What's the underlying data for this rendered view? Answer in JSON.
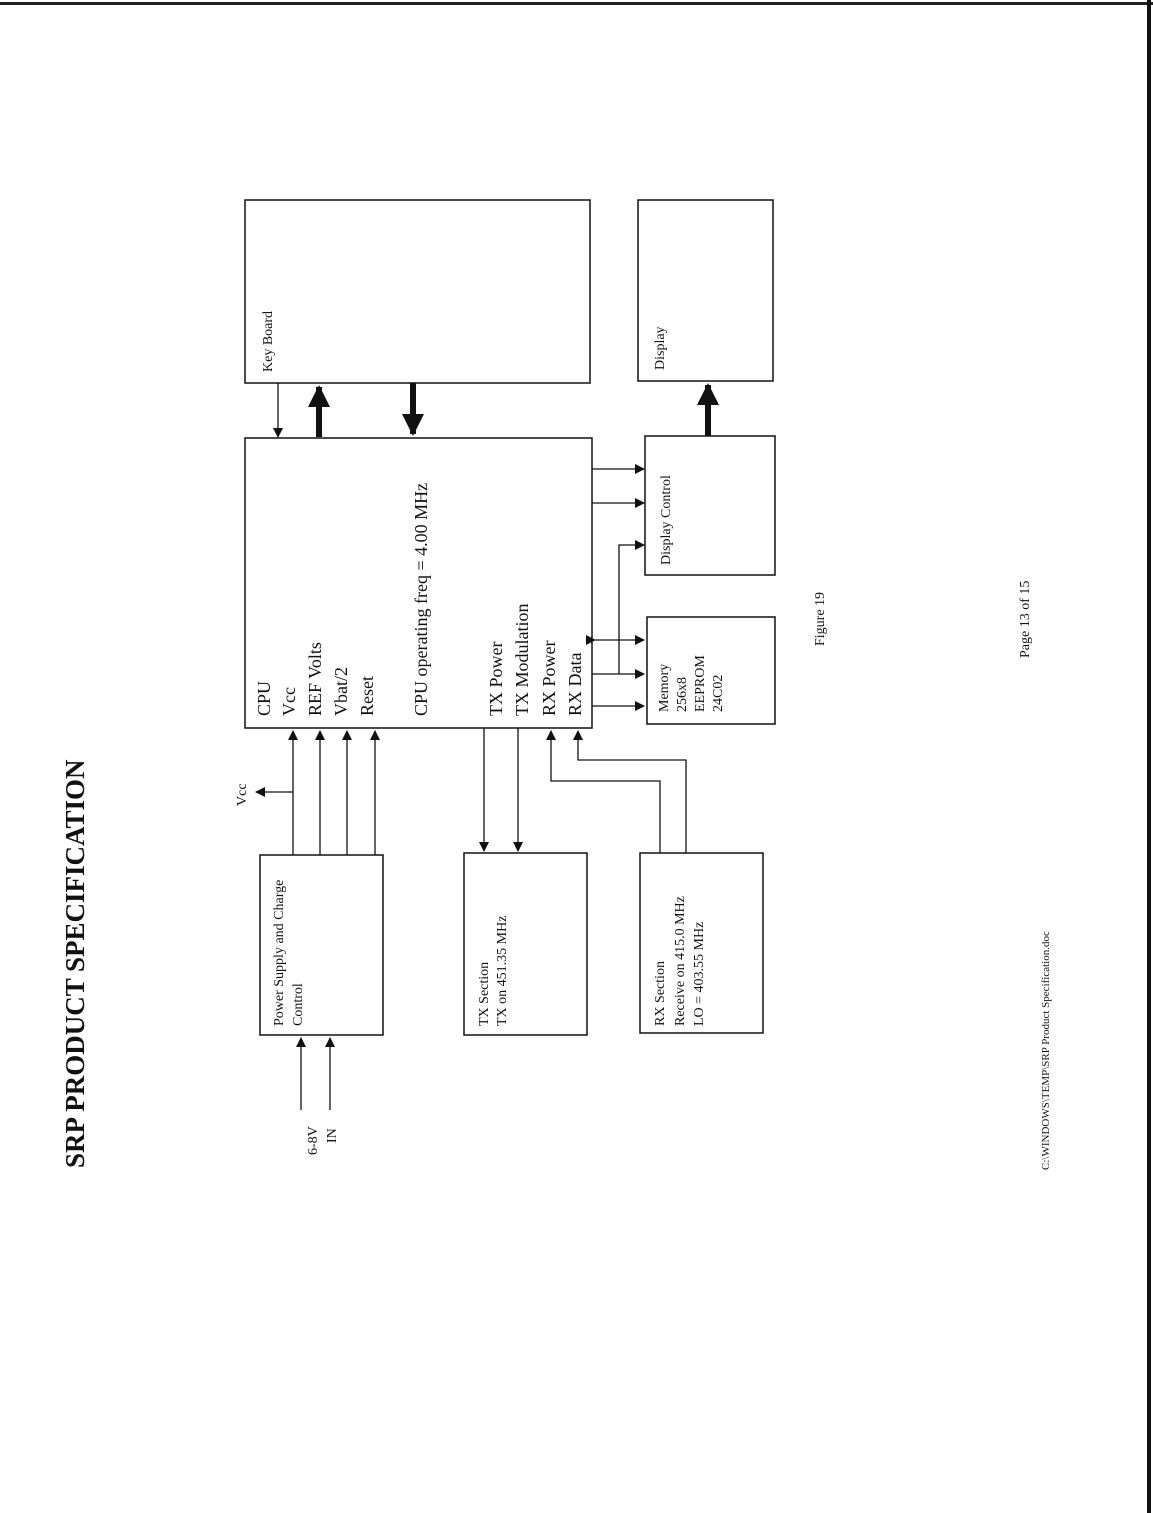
{
  "header": {
    "title": "SRP PRODUCT SPECIFICATION"
  },
  "diagram": {
    "keyboard": "Key Board",
    "display": "Display",
    "display_control": "Display Control",
    "memory": [
      "Memory",
      "256x8",
      "EEPROM",
      "24C02"
    ],
    "cpu_lines": [
      "CPU",
      "Vcc",
      "REF Volts",
      "Vbat/2",
      "Reset"
    ],
    "cpu_freq": "CPU operating freq = 4.00 MHz",
    "cpu_io": [
      "TX Power",
      "TX Modulation",
      "RX Power",
      "RX Data"
    ],
    "power_supply": [
      "Power Supply and Charge",
      "Control"
    ],
    "tx_section": [
      "TX Section",
      "TX on 451.35 MHz"
    ],
    "rx_section": [
      "RX Section",
      "Receive on 415.0 MHz",
      "LO = 403.55 MHz"
    ],
    "vcc_label": "Vcc",
    "input_label": [
      "6-8V",
      "IN"
    ]
  },
  "figure_caption": "Figure 19",
  "footer": {
    "page": "Page 13 of 15",
    "path": "C:\\WINDOWS\\TEMP\\SRP Product Specification.doc"
  }
}
